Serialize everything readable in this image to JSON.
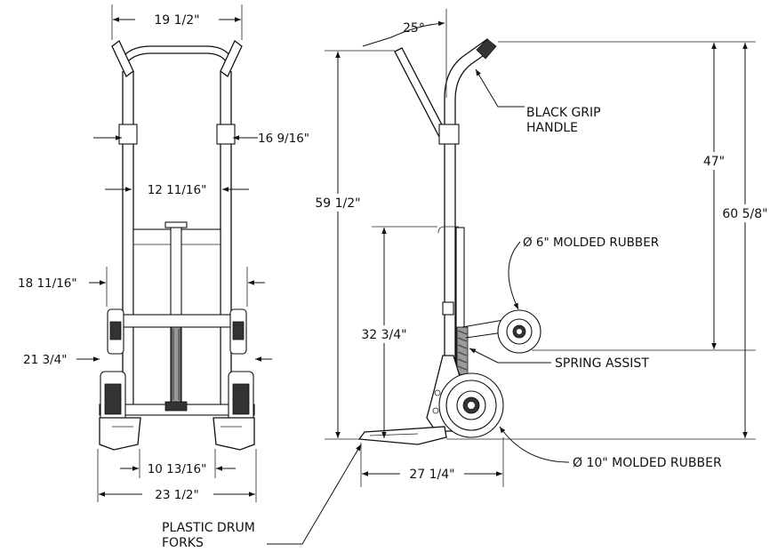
{
  "front_view": {
    "dims": {
      "handle_width": "19 1/2\"",
      "upper_frame_width": "16 9/16\"",
      "inner_frame_width": "12 11/16\"",
      "wheel_track_width": "18 11/16\"",
      "overall_base_width": "21 3/4\"",
      "fork_spacing": "10 13/16\"",
      "fork_outer_width": "23 1/2\""
    }
  },
  "side_view": {
    "dims": {
      "handle_angle": "25°",
      "overall_height_left": "59 1/2\"",
      "overall_height_right": "60 5/8\"",
      "grip_to_caster_height": "47\"",
      "toe_plate_height": "32 3/4\"",
      "base_depth": "27 1/4\""
    },
    "callouts": {
      "grip": "BLACK GRIP\nHANDLE",
      "grip_line1": "BLACK GRIP",
      "grip_line2": "HANDLE",
      "small_wheel": "Ø 6\" MOLDED RUBBER",
      "spring": "SPRING ASSIST",
      "large_wheel": "Ø 10\" MOLDED RUBBER",
      "forks_line1": "PLASTIC DRUM",
      "forks_line2": "FORKS"
    }
  }
}
